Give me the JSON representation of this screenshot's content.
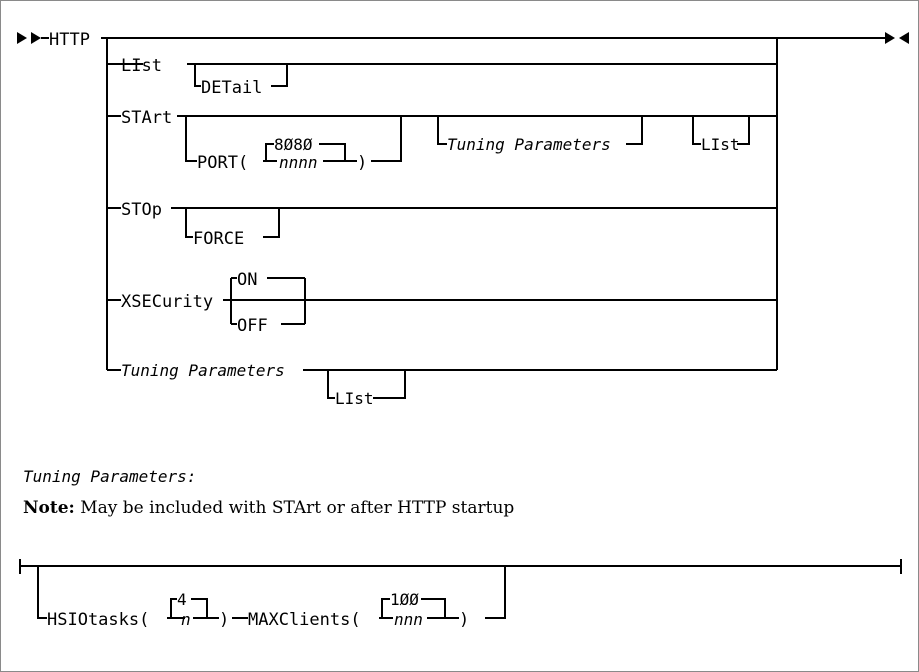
{
  "document": {
    "type": "railroad-syntax-diagram",
    "command": "HTTP"
  },
  "main_diagram": {
    "entry_marker": "►►",
    "exit_marker": "►◄",
    "command_label": "HTTP",
    "branches": [
      {
        "id": "list",
        "label": "LIst",
        "option": {
          "id": "list-detail",
          "label": "DETail"
        }
      },
      {
        "id": "start",
        "label": "STArt",
        "option_port": {
          "prefix": "PORT(",
          "suffix": ")",
          "default_value": "8Ø8Ø",
          "variable": "nnnn"
        },
        "option_tuning": {
          "label": "Tuning Parameters"
        },
        "option_list": {
          "label": "LIst"
        }
      },
      {
        "id": "stop",
        "label": "STOp",
        "option": {
          "id": "stop-force",
          "label": "FORCE"
        }
      },
      {
        "id": "xsecurity",
        "label": "XSECurity",
        "choices": [
          {
            "id": "xsecurity-on",
            "label": "ON",
            "default": true
          },
          {
            "id": "xsecurity-off",
            "label": "OFF",
            "default": false
          }
        ]
      },
      {
        "id": "tuning-parameters",
        "label": "Tuning Parameters",
        "option": {
          "id": "tuning-list",
          "label": "LIst"
        }
      }
    ]
  },
  "fragment": {
    "title": "Tuning Parameters:",
    "note_label": "Note:",
    "note_text": "May be included with STArt or after HTTP startup",
    "parameters": [
      {
        "id": "hsiotasks",
        "prefix": "HSIOtasks(",
        "suffix": ")",
        "default_value": "4",
        "variable": "n"
      },
      {
        "id": "maxclients",
        "prefix": "MAXClients(",
        "suffix": ")",
        "default_value": "1ØØ",
        "variable": "nnn"
      }
    ]
  },
  "colors": {
    "line": "#000000",
    "text": "#000000",
    "background": "#ffffff",
    "border": "#8a8a8a"
  }
}
